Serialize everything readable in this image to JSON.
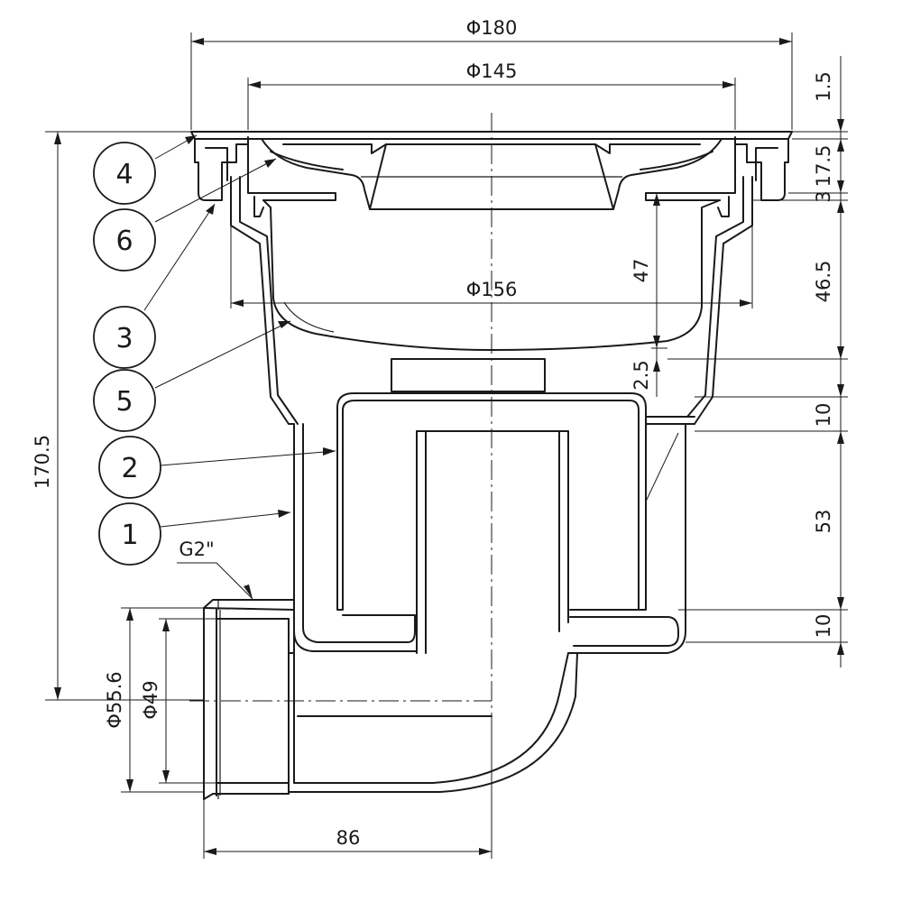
{
  "dimensions": {
    "top_outer": "Φ180",
    "top_inner": "Φ145",
    "basket": "Φ156",
    "overall_height": "170.5",
    "right_1": "1.5",
    "right_2": "17.5",
    "right_3": "3",
    "right_4": "46.5",
    "right_5": "10",
    "right_6": "53",
    "right_7": "10",
    "inner_depth": "47",
    "inner_gap": "2.5",
    "outlet_outer": "Φ55.6",
    "outlet_inner": "Φ49",
    "outlet_offset": "86",
    "thread": "G2\""
  },
  "parts": [
    "4",
    "6",
    "3",
    "5",
    "2",
    "1"
  ]
}
